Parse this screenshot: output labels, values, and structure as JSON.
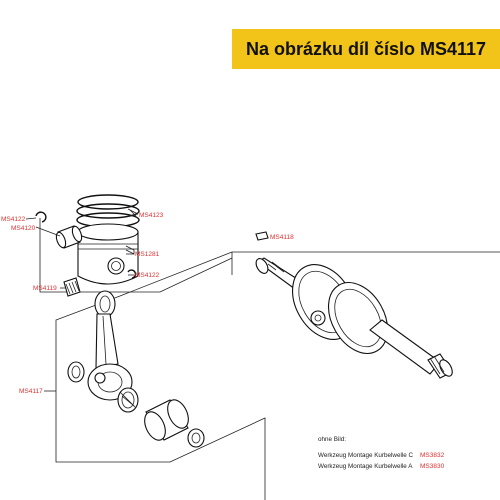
{
  "header": {
    "title": "Na obrázku díl číslo MS4117"
  },
  "labels": {
    "ms4122_top": "MS4122",
    "ms4120": "MS4120",
    "ms4123": "MS4123",
    "ms1281": "MS1281",
    "ms4122_side": "MS4122",
    "ms4118": "MS4118",
    "ms4119": "MS4119",
    "ms4117": "MS4117"
  },
  "notes": {
    "heading": "ohne Bild:",
    "items": [
      {
        "text": "Werkzeug Montage Kurbelwelle C",
        "code": "MS3832"
      },
      {
        "text": "Werkzeug Montage Kurbelwelle A",
        "code": "MS3830"
      }
    ]
  },
  "colors": {
    "banner": "#f2c318",
    "label_red": "#e03030"
  }
}
